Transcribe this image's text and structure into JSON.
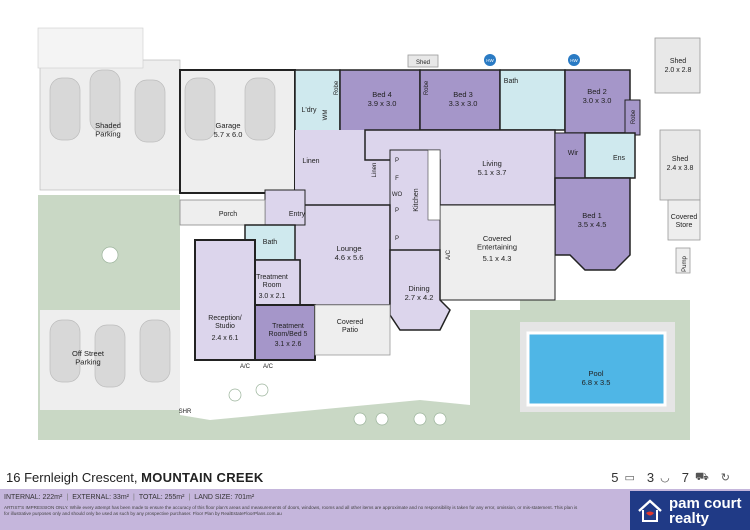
{
  "rooms": {
    "shaded_parking": {
      "name": "Shaded\nParking"
    },
    "garage": {
      "name": "Garage",
      "dim": "5.7 x 6.0"
    },
    "laundry": {
      "name": "L'dry"
    },
    "wm": {
      "name": "WM"
    },
    "robe_bed4": {
      "name": "Robe"
    },
    "bed4": {
      "name": "Bed 4",
      "dim": "3.9 x 3.0"
    },
    "robe_bed3": {
      "name": "Robe"
    },
    "bed3": {
      "name": "Bed 3",
      "dim": "3.3 x 3.0"
    },
    "shed_top": {
      "name": "Shed"
    },
    "bath_top": {
      "name": "Bath"
    },
    "bed2": {
      "name": "Bed 2",
      "dim": "3.0 x 3.0"
    },
    "robe_bed2": {
      "name": "Robe"
    },
    "shed1": {
      "name": "Shed",
      "dim": "2.0 x 2.8"
    },
    "shed2": {
      "name": "Shed",
      "dim": "2.4 x 3.8"
    },
    "covered_store": {
      "name": "Covered\nStore"
    },
    "pump": {
      "name": "Pump"
    },
    "linen1": {
      "name": "Linen"
    },
    "linen2": {
      "name": "Linen"
    },
    "p1": {
      "name": "P"
    },
    "p2": {
      "name": "P"
    },
    "p3": {
      "name": "P"
    },
    "f": {
      "name": "F"
    },
    "wo": {
      "name": "WO"
    },
    "kitchen": {
      "name": "Kitchen"
    },
    "living": {
      "name": "Living",
      "dim": "5.1 x 3.7"
    },
    "wir": {
      "name": "Wir"
    },
    "ens": {
      "name": "Ens"
    },
    "bed1": {
      "name": "Bed 1",
      "dim": "3.5 x 4.5"
    },
    "porch": {
      "name": "Porch"
    },
    "entry": {
      "name": "Entry"
    },
    "bath_mid": {
      "name": "Bath"
    },
    "lounge": {
      "name": "Lounge",
      "dim": "4.6 x 5.6"
    },
    "covered_ent": {
      "name": "Covered\nEntertaining",
      "dim": "5.1 x 4.3"
    },
    "ac1": {
      "name": "A/C"
    },
    "treatment": {
      "name": "Treatment\nRoom",
      "dim": "3.0 x 2.1"
    },
    "dining": {
      "name": "Dining",
      "dim": "2.7 x 4.2"
    },
    "reception": {
      "name": "Reception/\nStudio",
      "dim": "2.4 x 6.1"
    },
    "treatment_bed5": {
      "name": "Treatment\nRoom/Bed 5",
      "dim": "3.1 x 2.6"
    },
    "covered_patio": {
      "name": "Covered\nPatio"
    },
    "pool": {
      "name": "Pool",
      "dim": "6.8 x 3.5"
    },
    "off_street": {
      "name": "Off Street\nParking"
    },
    "ac2": {
      "name": "A/C"
    },
    "ac3": {
      "name": "A/C"
    },
    "shr": {
      "name": "SHR"
    },
    "hw1": {
      "name": "HW"
    },
    "hw2": {
      "name": "HW"
    }
  },
  "address": {
    "street": "16 Fernleigh Crescent,",
    "suburb": "MOUNTAIN CREEK"
  },
  "features": {
    "beds": "5",
    "baths": "3",
    "cars": "7"
  },
  "areas": {
    "internal": "INTERNAL: 222m²",
    "external": "EXTERNAL: 33m²",
    "total": "TOTAL: 255m²",
    "land": "LAND SIZE: 701m²"
  },
  "disclaimer": "ARTIST'S IMPRESSION ONLY. While every attempt has been made to ensure the accuracy of this floor plan's areas and measurements of doors, windows, rooms and all other items are approximate and no responsibility is taken for any error, omission, or mis-statement. This plan is for illustrative purposes only and should only be used as such by any prospective purchaser. Floor Plan by RealEstateFloorPlans.com.au",
  "brand": {
    "line1": "pam court",
    "line2": "realty"
  },
  "colors": {
    "interior": "#dcd5ec",
    "bedroom": "#a596c9",
    "wet": "#cfe9ee",
    "outdoor": "#eeeeee",
    "lawn": "#c9d8c5",
    "pool": "#4fb6e6",
    "footer_bar": "#c5b6dc",
    "logo": "#203a86"
  }
}
